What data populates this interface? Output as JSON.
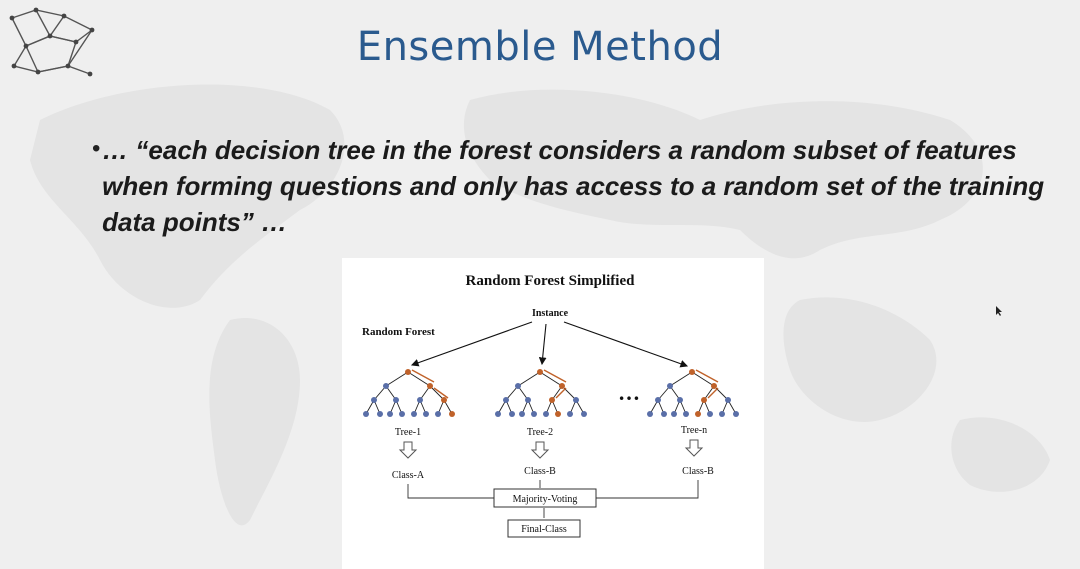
{
  "slide": {
    "title": "Ensemble Method",
    "bullet": "… “each decision tree in the forest considers a random subset of features when forming questions and only has access to a random set of the training data points” …"
  },
  "figure": {
    "title": "Random Forest Simplified",
    "instance_label": "Instance",
    "forest_label": "Random Forest",
    "ellipsis": "…",
    "trees": [
      {
        "label": "Tree-1",
        "class": "Class-A"
      },
      {
        "label": "Tree-2",
        "class": "Class-B"
      },
      {
        "label": "Tree-n",
        "class": "Class-B"
      }
    ],
    "voting_label": "Majority-Voting",
    "final_label": "Final-Class"
  },
  "colors": {
    "title": "#2a5a8e",
    "node_blue": "#5a6fa8",
    "node_orange": "#c0622a",
    "background": "#efefef"
  },
  "icons": [
    "network-logo-icon",
    "down-arrow-icon",
    "mouse-cursor-icon"
  ]
}
